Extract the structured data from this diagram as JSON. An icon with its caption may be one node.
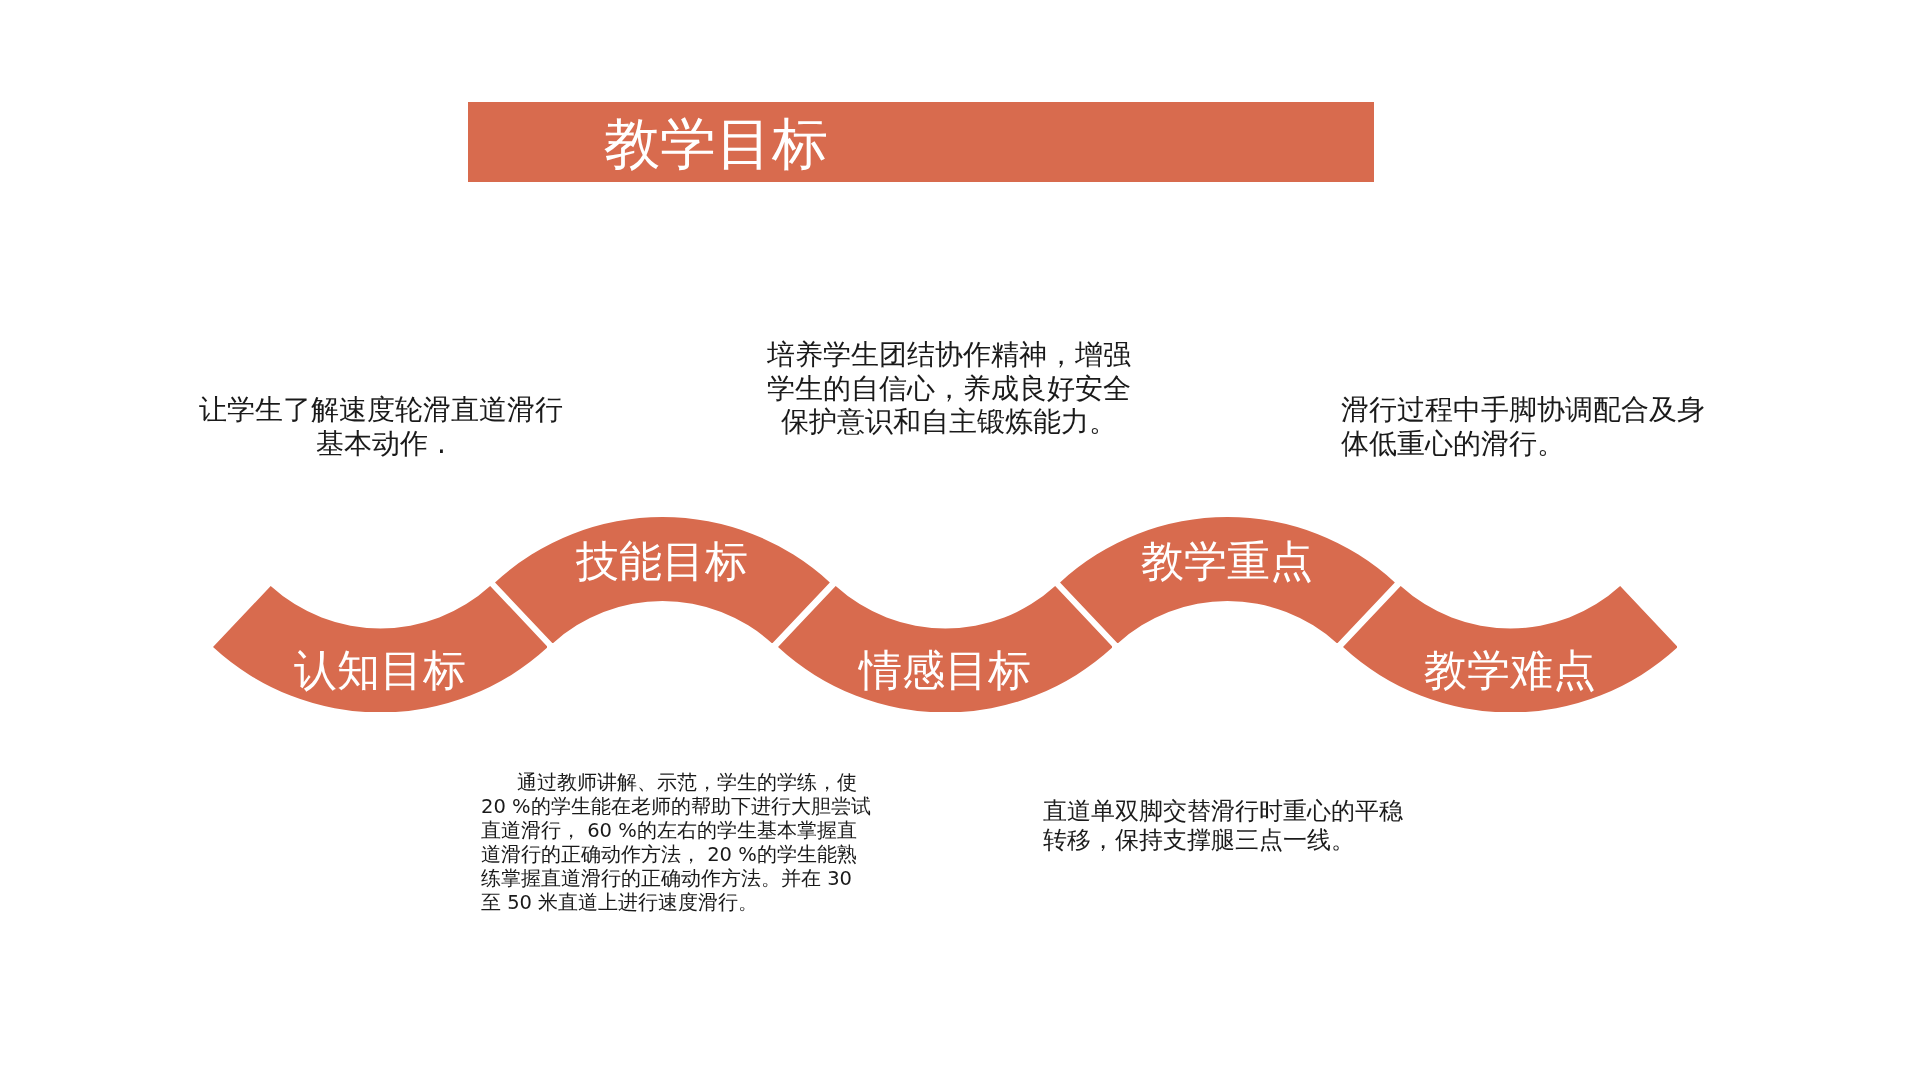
{
  "diagram": {
    "title": "教学目标",
    "nodes": [
      {
        "text": [
          "认知目标"
        ]
      },
      {
        "text": [
          "技能目标"
        ]
      },
      {
        "text": [
          "情感目标"
        ]
      },
      {
        "text": [
          "教学重点"
        ]
      },
      {
        "text": [
          "教学难点"
        ]
      }
    ],
    "labels": [
      "培养学生团结协作精神，增强学生的自信心，养成良好安全保护意识和自主锻炼能力。",
      "让学生了解速度轮滑直道滑行基本动作 .",
      "滑行过程中手脚协调配合及身体低重心的滑行。",
      "通过教师讲解、示范，学生的学练，使20 %的学生能在老师的帮助下进行大胆尝试直道滑行， 60 %的左右的学生基本掌握直道滑行的正确动作方法， 20 %的学生能熟练掌握直道滑行的正确动作方法。并在 30 至 50 米直道上进行速度滑行。",
      "直道单双脚交替滑行时重心的平稳转移，保持支撑腿三点一线。"
    ]
  }
}
